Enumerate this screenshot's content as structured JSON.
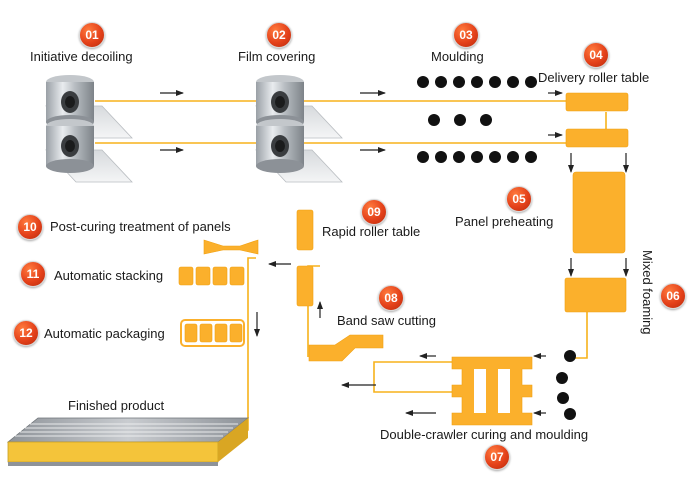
{
  "steps": [
    {
      "num": "01",
      "label": "Initiative decoiling"
    },
    {
      "num": "02",
      "label": "Film covering"
    },
    {
      "num": "03",
      "label": "Moulding"
    },
    {
      "num": "04",
      "label": "Delivery roller table"
    },
    {
      "num": "05",
      "label": "Panel preheating"
    },
    {
      "num": "06",
      "label": "Mixed foaming"
    },
    {
      "num": "07",
      "label": "Double-crawler curing and moulding"
    },
    {
      "num": "08",
      "label": "Band saw cutting"
    },
    {
      "num": "09",
      "label": "Rapid roller table"
    },
    {
      "num": "10",
      "label": "Post-curing treatment of panels"
    },
    {
      "num": "11",
      "label": "Automatic stacking"
    },
    {
      "num": "12",
      "label": "Automatic packaging"
    }
  ],
  "finished_product": "Finished product",
  "colors": {
    "machine": "#fbb02c",
    "line": "#f7b21b",
    "badge": "#e4411a",
    "arrow": "#222222"
  }
}
